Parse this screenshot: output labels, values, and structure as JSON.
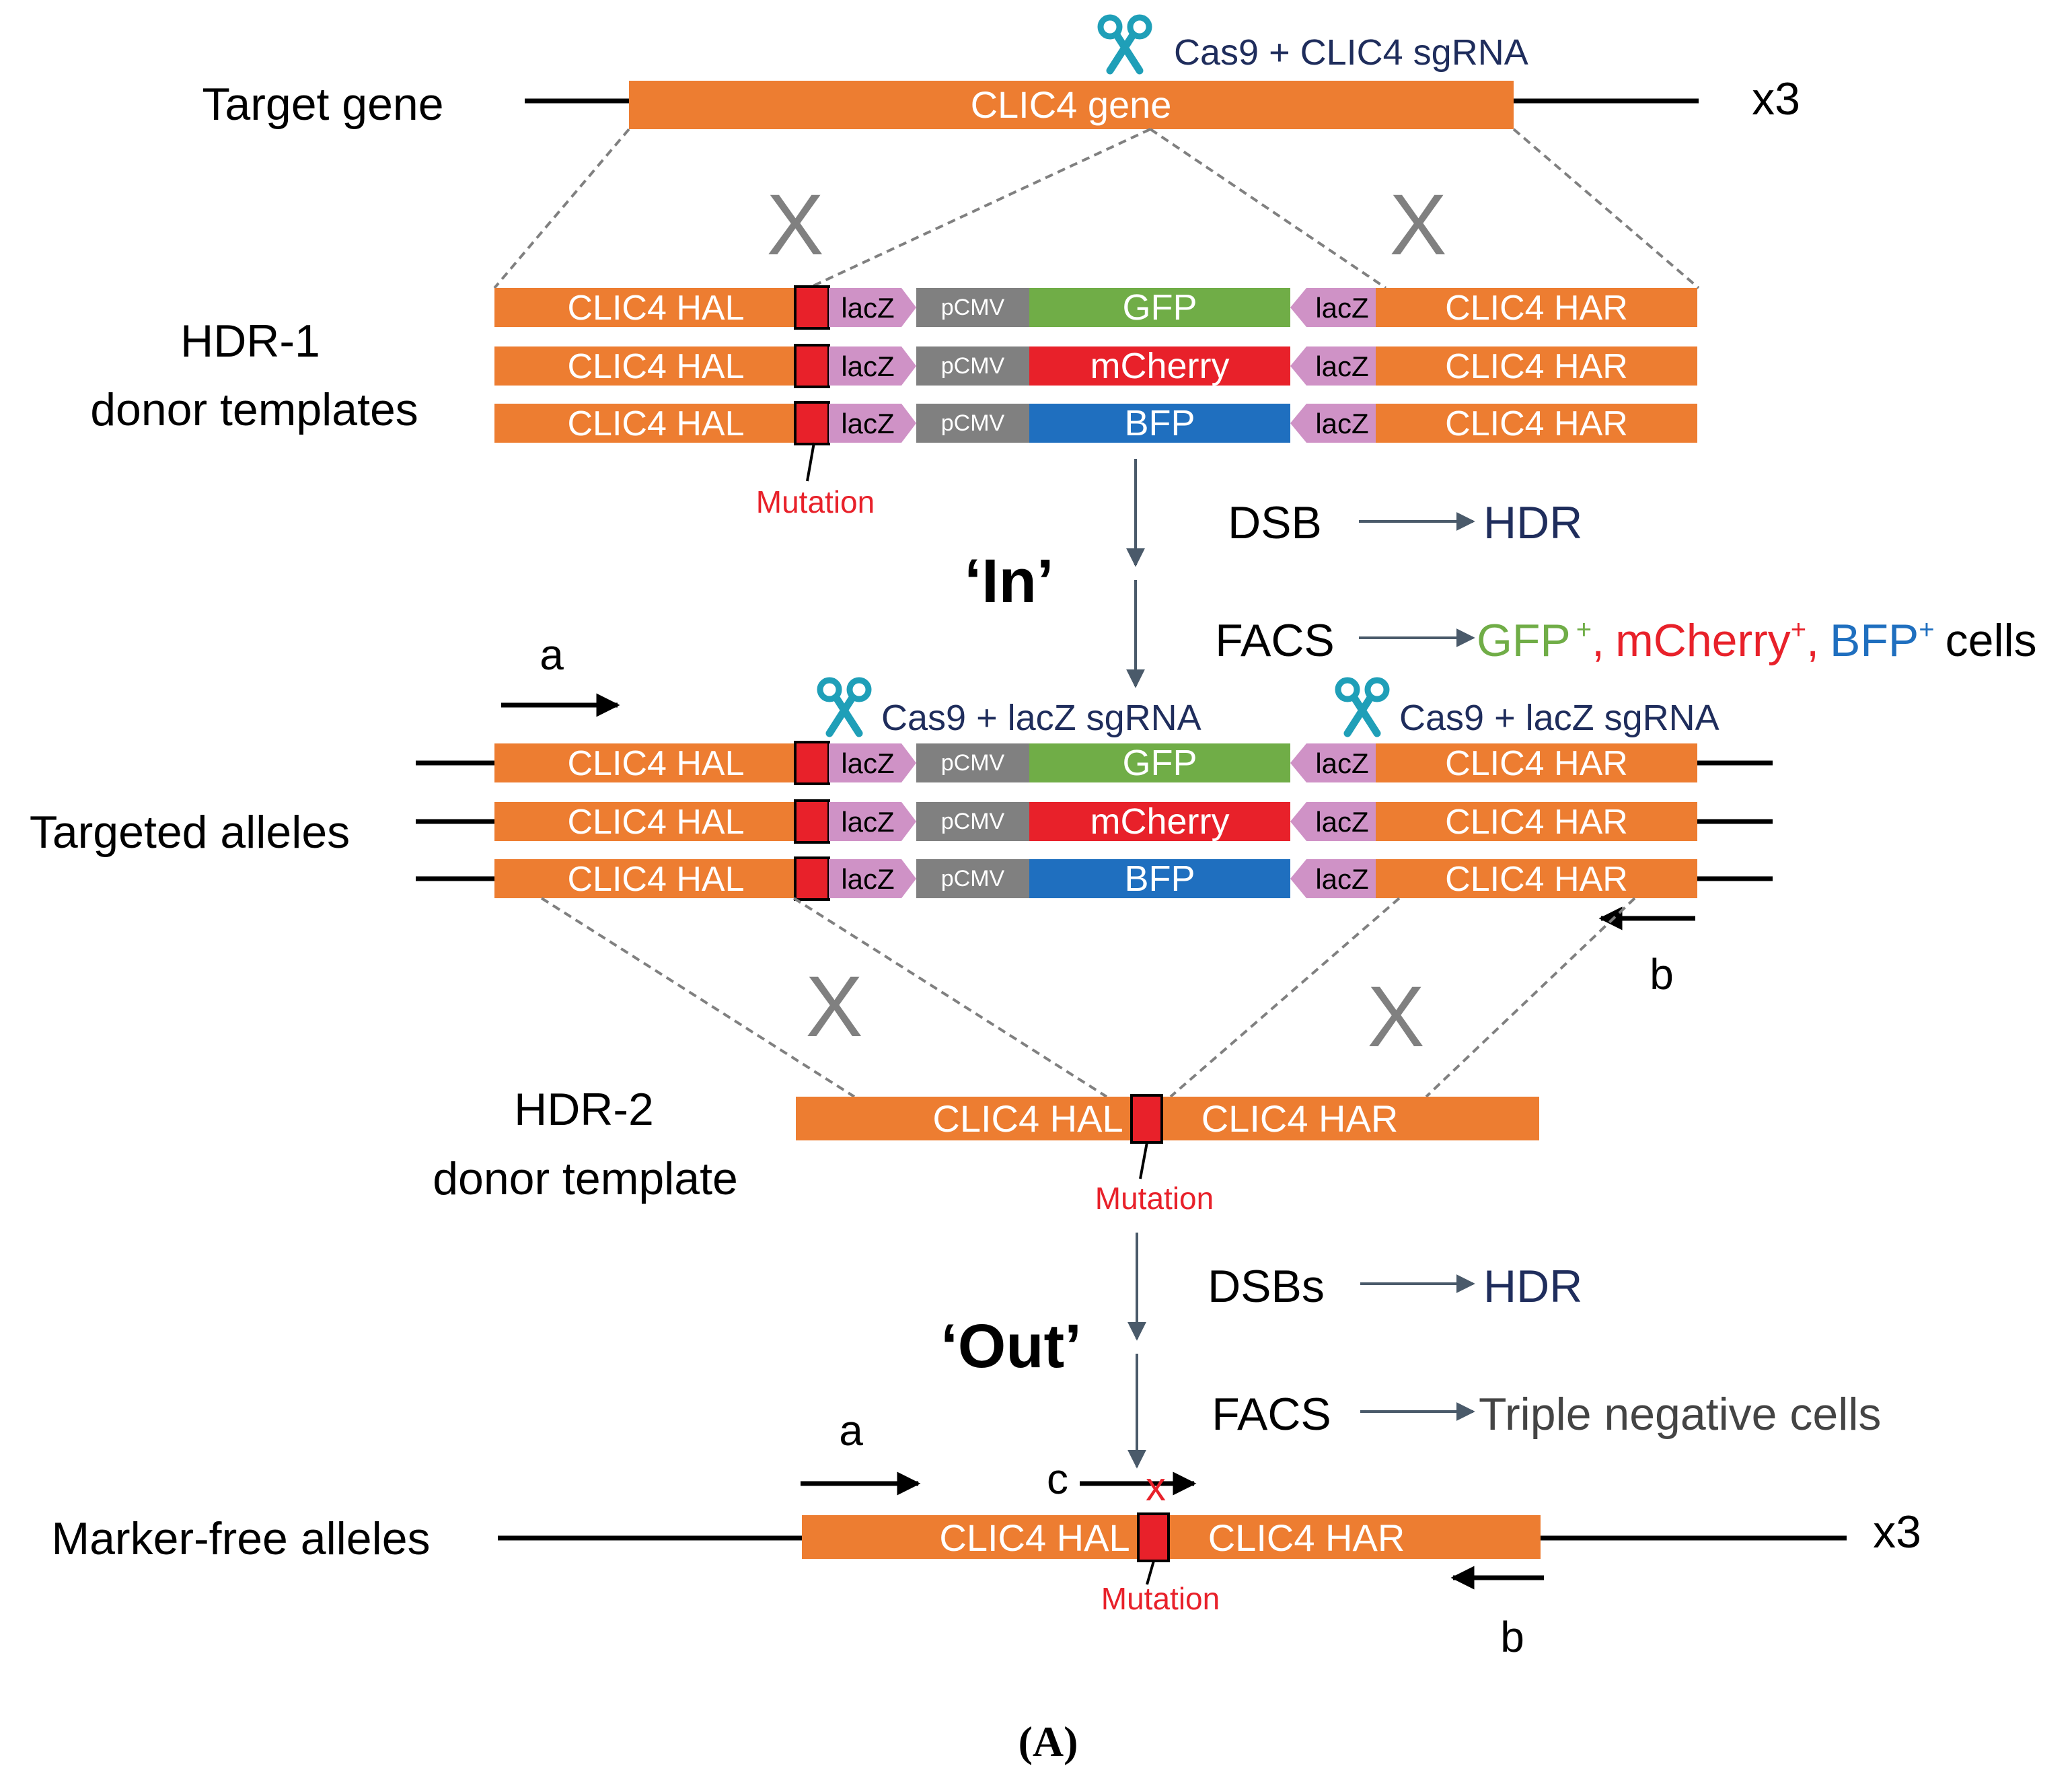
{
  "colors": {
    "orange": "#ED7D31",
    "lacz": "#CF92C6",
    "pcmv": "#808080",
    "gfp": "#70AD47",
    "mcherry": "#E8212A",
    "bfp": "#1F6FBF",
    "mutation": "#E8212A",
    "dark_text": "#1F2D5C",
    "arrow_gray": "#4A5A6A",
    "cross_gray": "#808080",
    "scissors": "#1F9FB8"
  },
  "row_labels": {
    "target_gene": "Target gene",
    "hdr1_line1": "HDR-1",
    "hdr1_line2": "donor templates",
    "targeted_alleles": "Targeted alleles",
    "hdr2_line1": "HDR-2",
    "hdr2_line2": "donor template",
    "marker_free": "Marker-free alleles"
  },
  "target": {
    "gene_label": "CLIC4 gene",
    "cas9_label": "Cas9 + CLIC4 sgRNA",
    "copies": "x3"
  },
  "cassette": {
    "hal": "CLIC4 HAL",
    "har": "CLIC4 HAR",
    "lacz": "lacZ",
    "pcmv": "pCMV",
    "markers": [
      "GFP",
      "mCherry",
      "BFP"
    ]
  },
  "mutation_label": "Mutation",
  "cross_mark": "X",
  "steps": {
    "in_label": "‘In’",
    "out_label": "‘Out’",
    "dsb": "DSB",
    "dsbs": "DSBs",
    "hdr": "HDR",
    "facs": "FACS",
    "facs_in": {
      "gfp": "GFP",
      "gfp_sup": "+",
      "comma1": ",",
      "mcherry": "mCherry",
      "mcherry_sup": "+",
      "comma2": ",",
      "bfp": "BFP",
      "bfp_sup": "+",
      "cells": "cells"
    },
    "facs_out": "Triple negative cells"
  },
  "targeted": {
    "cas9_lacz": "Cas9 + lacZ sgRNA"
  },
  "primers": {
    "a": "a",
    "b": "b",
    "c": "c",
    "c_cross": "x"
  },
  "marker_free": {
    "copies": "x3"
  },
  "caption": "(A)"
}
